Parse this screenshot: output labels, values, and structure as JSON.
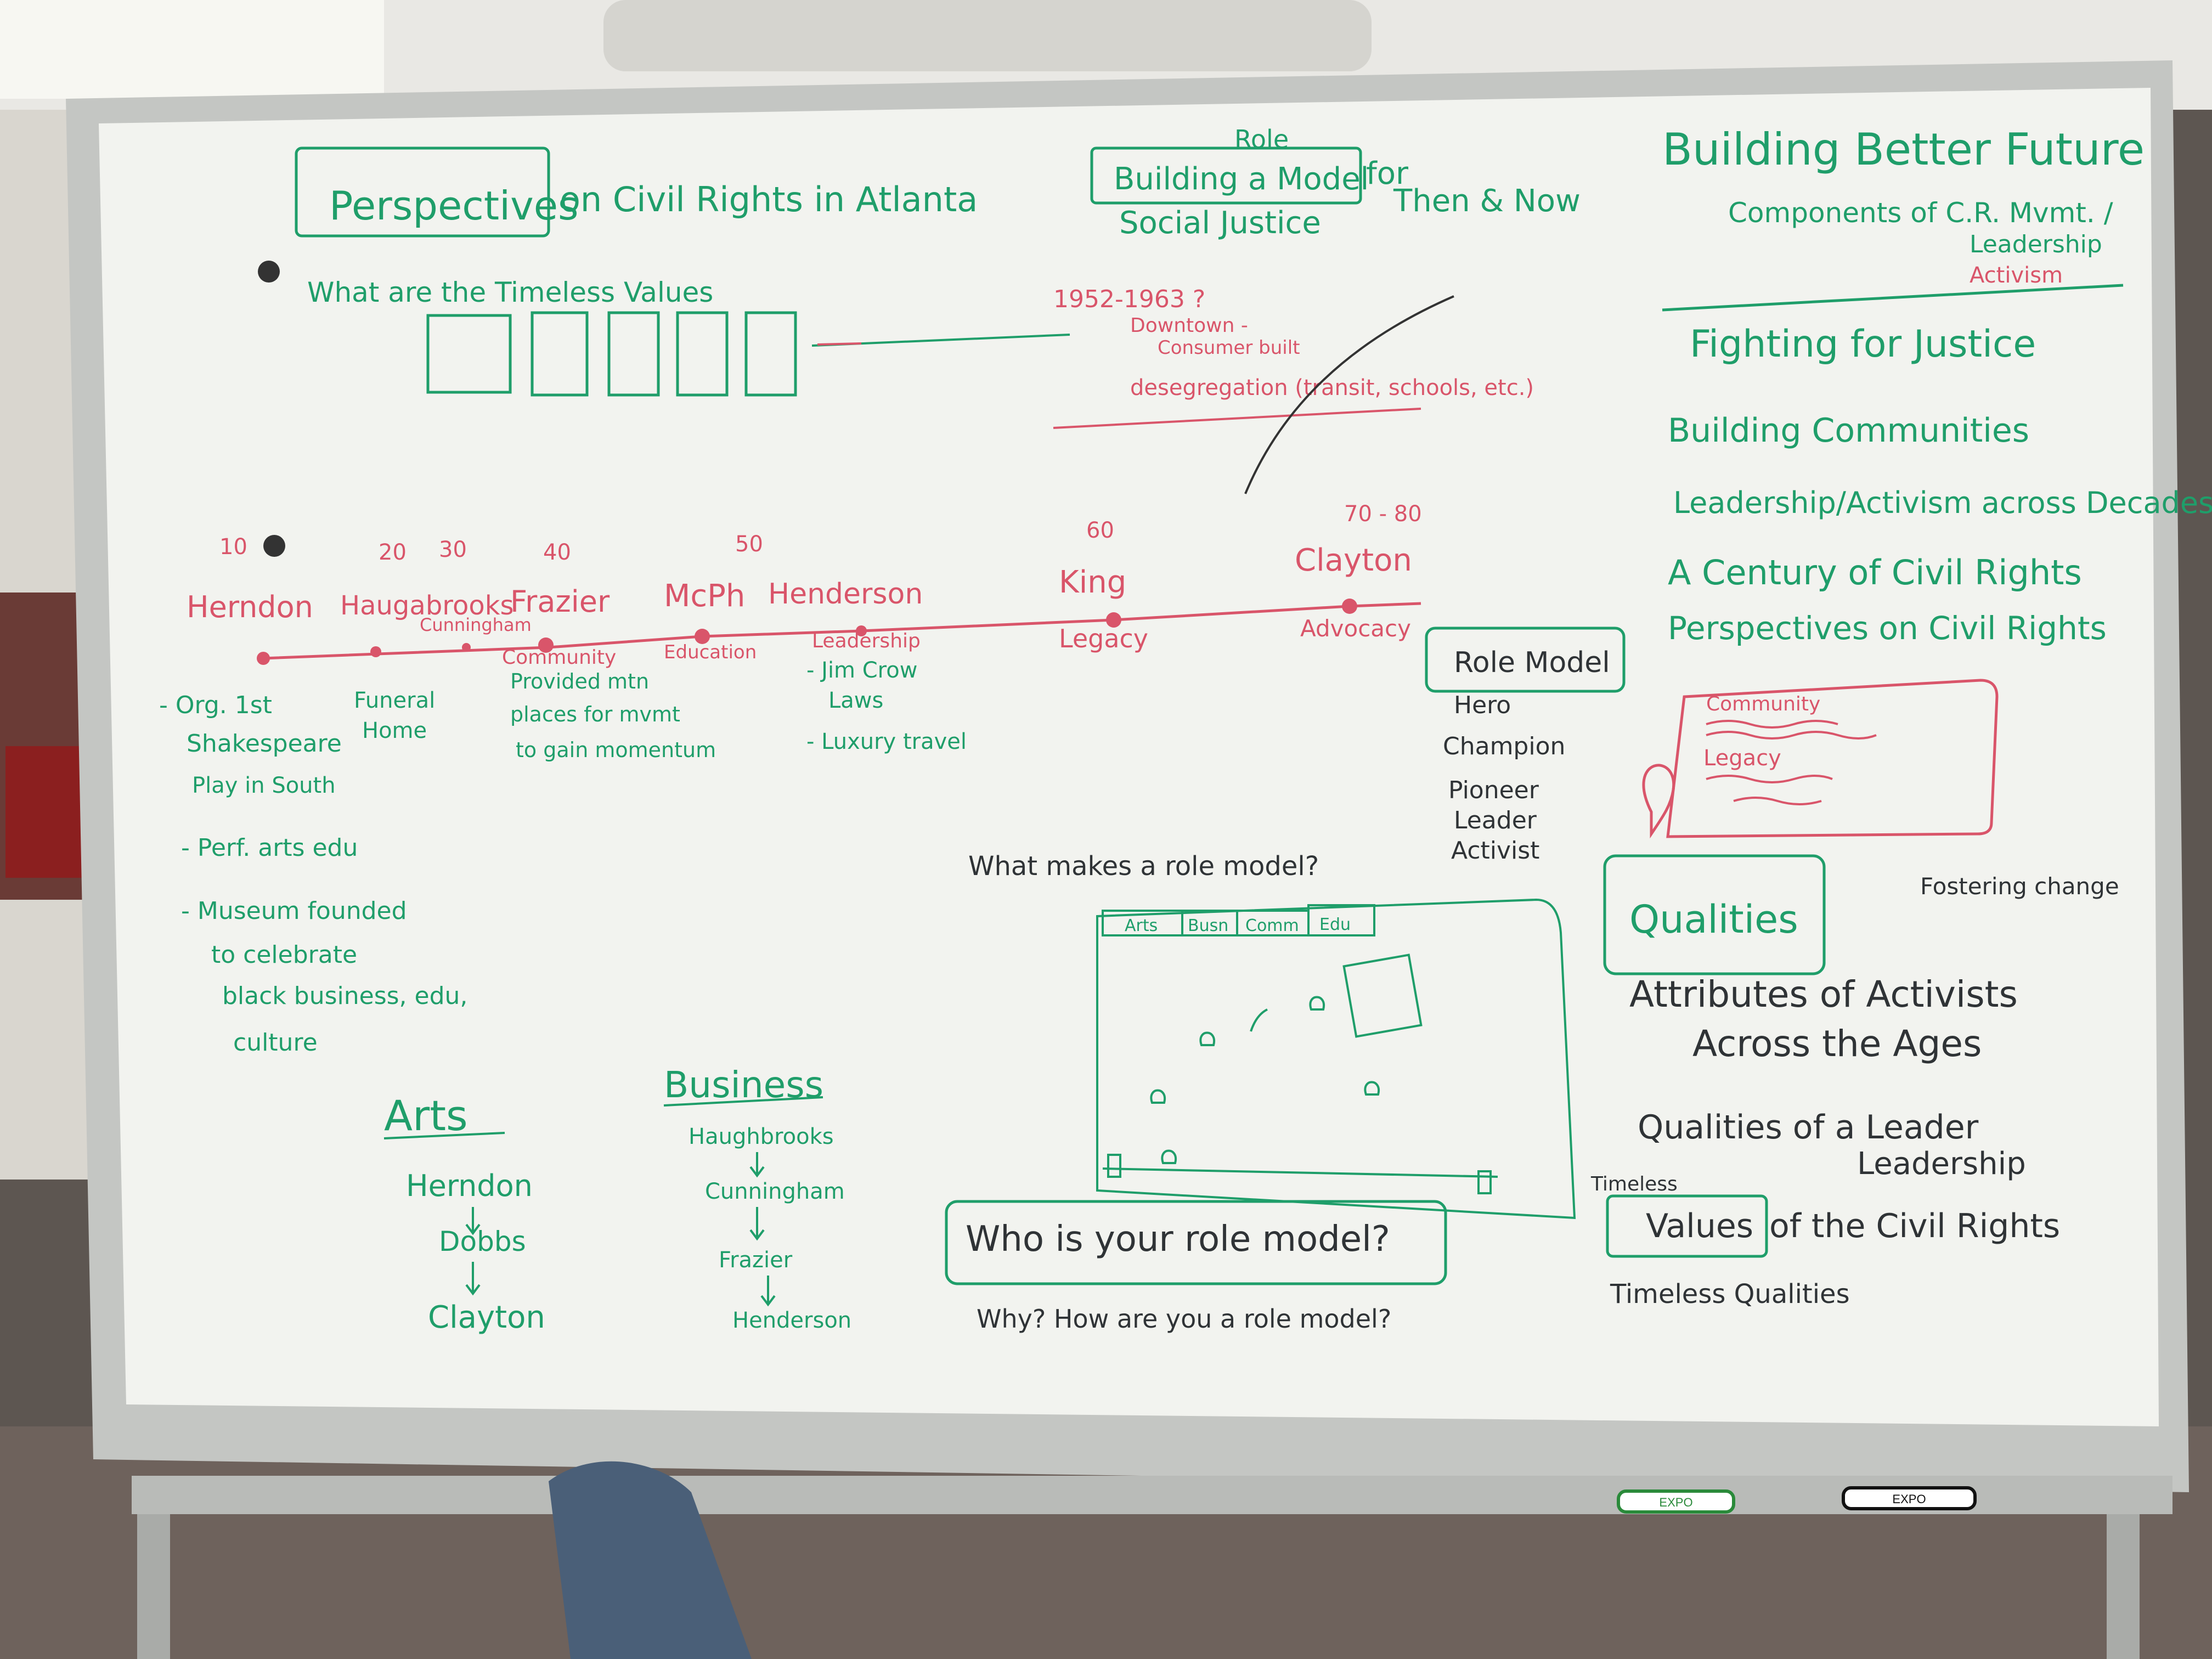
{
  "colors": {
    "green": "#1f9e6a",
    "red": "#d9556a",
    "black": "#2f3336",
    "board": "#f2f3ef",
    "frame": "#c4c6c3"
  },
  "header_left": {
    "title_boxed": "Perspectives",
    "title_rest": "on Civil Rights in Atlanta",
    "subtitle": "What are the Timeless Values"
  },
  "header_mid": {
    "inserted": "Role",
    "boxed": "Building a Model",
    "suffix": "for",
    "line2": "Social Justice",
    "then_now": "Then & Now"
  },
  "header_right": {
    "title": "Building Better Future",
    "line2": "Components of C.R. Mvmt. /",
    "line3": "Leadership",
    "line4": "Activism"
  },
  "red_notes": {
    "years": "1952-1963 ?",
    "downtown1": "Downtown -",
    "downtown2": "Consumer built",
    "desegregation": "desegregation (transit, schools, etc.)"
  },
  "timeline": {
    "decades": [
      "10",
      "20",
      "30",
      "40",
      "50",
      "60",
      "70 - 80"
    ],
    "names": [
      "Herndon",
      "Haugabrooks",
      "Cunningham",
      "Frazier",
      "McPh",
      "Henderson",
      "King",
      "Clayton"
    ],
    "labels": [
      "Community",
      "Education",
      "Leadership",
      "Legacy",
      "Advocacy"
    ]
  },
  "notes_below": {
    "herndon": [
      "- Org. 1st",
      "Shakespeare",
      "Play in South",
      "- Perf. arts edu",
      "- Museum founded",
      "to celebrate",
      "black business, edu,",
      "culture"
    ],
    "haug": [
      "Funeral",
      "Home"
    ],
    "frazier": [
      "Provided mtn",
      "places for mvmt",
      "to gain momentum"
    ],
    "henderson": [
      "- Jim Crow",
      "Laws",
      "- Luxury travel"
    ]
  },
  "role_model": {
    "title": "Role Model",
    "items": [
      "Hero",
      "Champion",
      "Pioneer",
      "Leader",
      "Activist"
    ]
  },
  "right_list": {
    "items": [
      "Fighting for Justice",
      "Building Communities",
      "Leadership/Activism across Decades",
      "A Century of Civil Rights",
      "Perspectives on Civil Rights"
    ]
  },
  "map_card": {
    "line1": "Community",
    "line2": "Legacy"
  },
  "fostering": "Fostering change",
  "qualities": {
    "title": "Qualities",
    "attr1": "Attributes of Activists",
    "attr2": "Across the Ages",
    "q1": "Qualities of a Leader",
    "leadership": "Leadership",
    "timeless_small": "Timeless",
    "values": "Values",
    "values_rest": "of the Civil Rights",
    "timeless_q": "Timeless Qualities"
  },
  "center": {
    "question": "What makes a role model?",
    "tabs": [
      "Arts",
      "Busn",
      "Comm",
      "Edu"
    ],
    "who": "Who is your role model?",
    "why": "Why? How are you a role model?"
  },
  "columns": {
    "arts_title": "Arts",
    "arts": [
      "Herndon",
      "Dobbs",
      "Clayton"
    ],
    "business_title": "Business",
    "business": [
      "Haughbrooks",
      "Cunningham",
      "Frazier",
      "Henderson"
    ]
  },
  "marker_brand": [
    "EXPO",
    "EXPO"
  ]
}
